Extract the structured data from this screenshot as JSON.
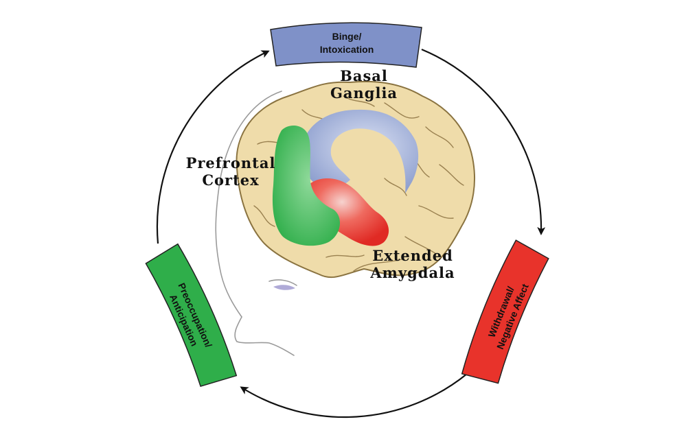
{
  "colors": {
    "binge": "#7f91c8",
    "withdrawal": "#e8332b",
    "preoccupation": "#2fae4a",
    "brain": "#efdcaa",
    "basal_ganglia": "#8fa0cf",
    "amygdala": "#e8403a",
    "prefrontal": "#3cb54f",
    "arrow": "#111111"
  },
  "stages": [
    {
      "id": "binge",
      "line1": "Binge/",
      "line2": "Intoxication"
    },
    {
      "id": "withdrawal",
      "line1": "Withdrawal/",
      "line2": "Negative Affect"
    },
    {
      "id": "preoccupation",
      "line1": "Preoccupation/",
      "line2": "Anticipation"
    }
  ],
  "regions": {
    "basal_ganglia": {
      "line1": "Basal",
      "line2": "Ganglia"
    },
    "prefrontal_cortex": {
      "line1": "Prefrontal",
      "line2": "Cortex"
    },
    "extended_amygdala": {
      "line1": "Extended",
      "line2": "Amygdala"
    }
  }
}
